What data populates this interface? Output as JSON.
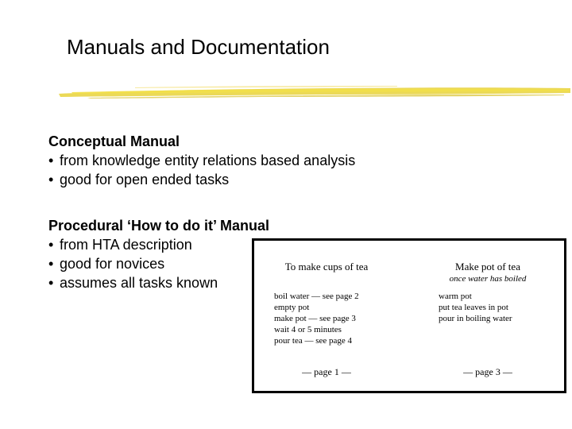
{
  "slide": {
    "title": "Manuals and Documentation"
  },
  "colors": {
    "accent_stroke": "#e8d23a",
    "frame_border": "#000000",
    "text": "#000000"
  },
  "conceptual": {
    "heading": "Conceptual Manual",
    "bullets": [
      "from knowledge entity relations based analysis",
      "good for open ended tasks"
    ]
  },
  "procedural": {
    "heading": "Procedural ‘How to do it’ Manual",
    "bullets": [
      "from HTA description",
      "good for novices",
      "assumes all tasks known"
    ]
  },
  "bullet_glyph": "•",
  "manual_example": {
    "pages": [
      {
        "heading": "To make cups of tea",
        "subtitle": "",
        "steps": [
          "boil water — see page 2",
          "empty pot",
          "make pot — see page 3",
          "wait 4 or 5 minutes",
          "pour tea — see page 4"
        ],
        "footer": "— page 1 —"
      },
      {
        "heading": "Make pot of tea",
        "subtitle": "once water has boiled",
        "steps": [
          "warm pot",
          "put tea leaves in pot",
          "pour in boiling water"
        ],
        "footer": "— page 3 —"
      }
    ]
  }
}
